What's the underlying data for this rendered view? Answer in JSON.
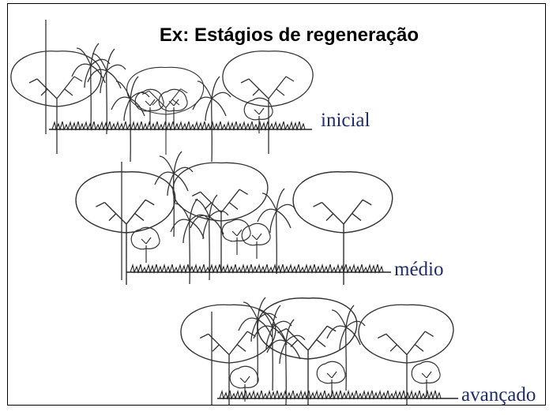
{
  "title": "Ex: Estágios de regeneração",
  "stages": [
    {
      "label": "inicial"
    },
    {
      "label": "médio"
    },
    {
      "label": "avançado"
    }
  ]
}
